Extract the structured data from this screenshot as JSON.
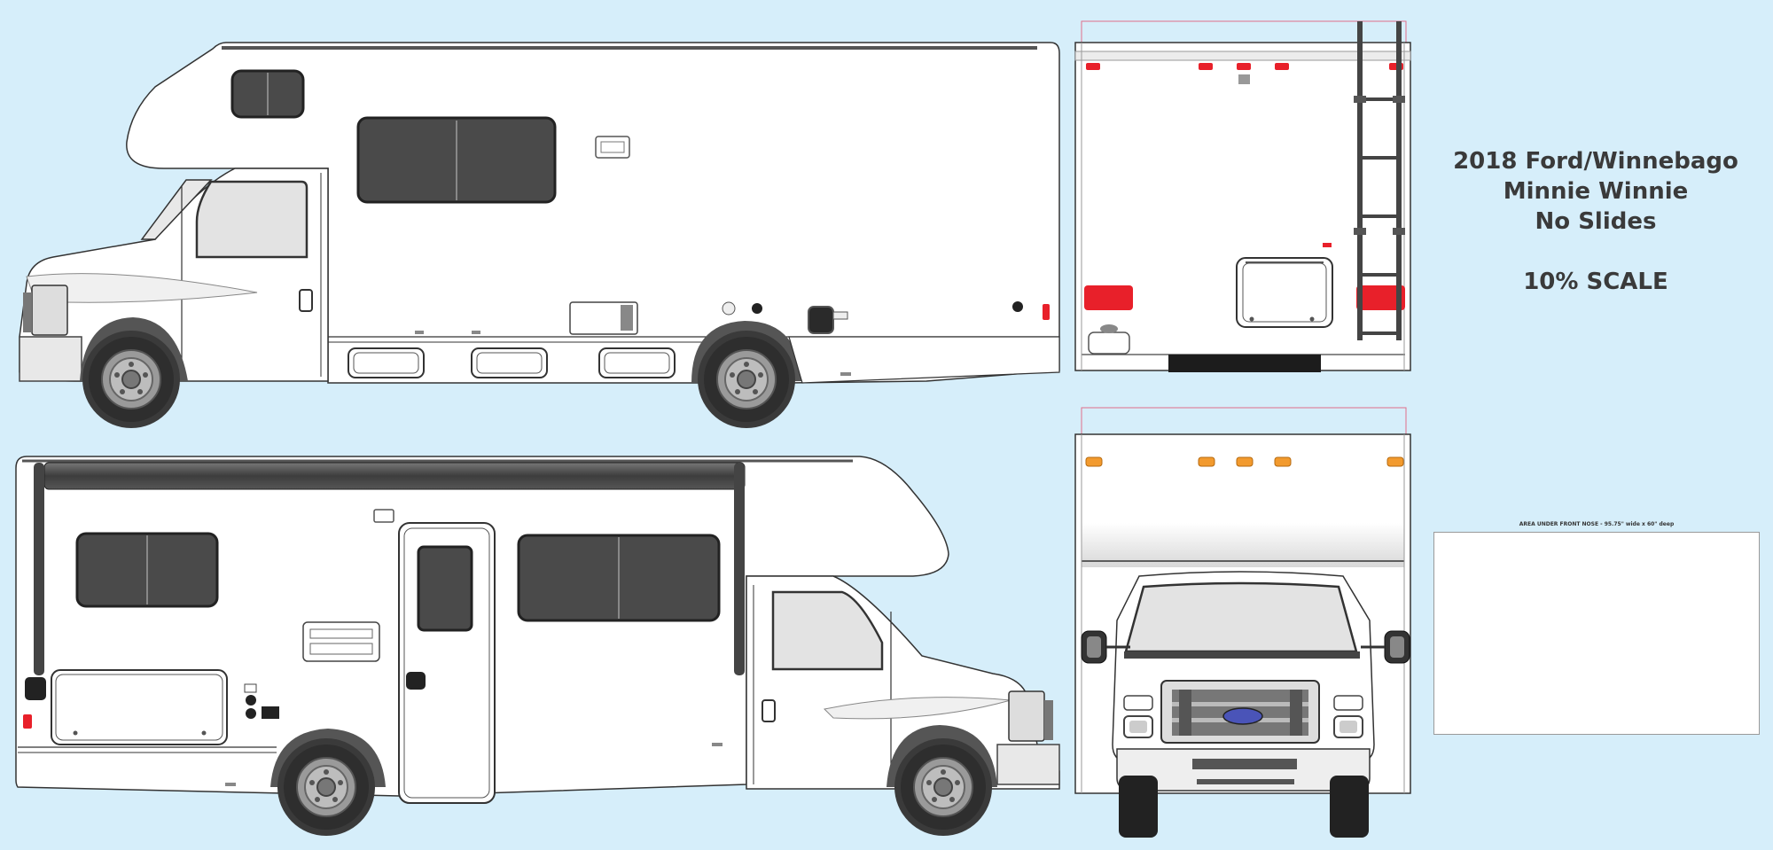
{
  "title": {
    "line1": "2018 Ford/Winnebago",
    "line2": "Minnie Winnie",
    "line3": "No Slides",
    "scale": "10% SCALE"
  },
  "nose_area": {
    "caption": "AREA UNDER FRONT NOSE - 95.75\" wide x 60\" deep"
  },
  "colors": {
    "background": "#d6eefa",
    "body": "#ffffff",
    "outline": "#333333",
    "window": "#4a4a4a",
    "tire": "#3c3c3c",
    "rear_light": "#e8202a",
    "front_marker": "#f29a2e",
    "ford_badge": "#4a54b8"
  }
}
